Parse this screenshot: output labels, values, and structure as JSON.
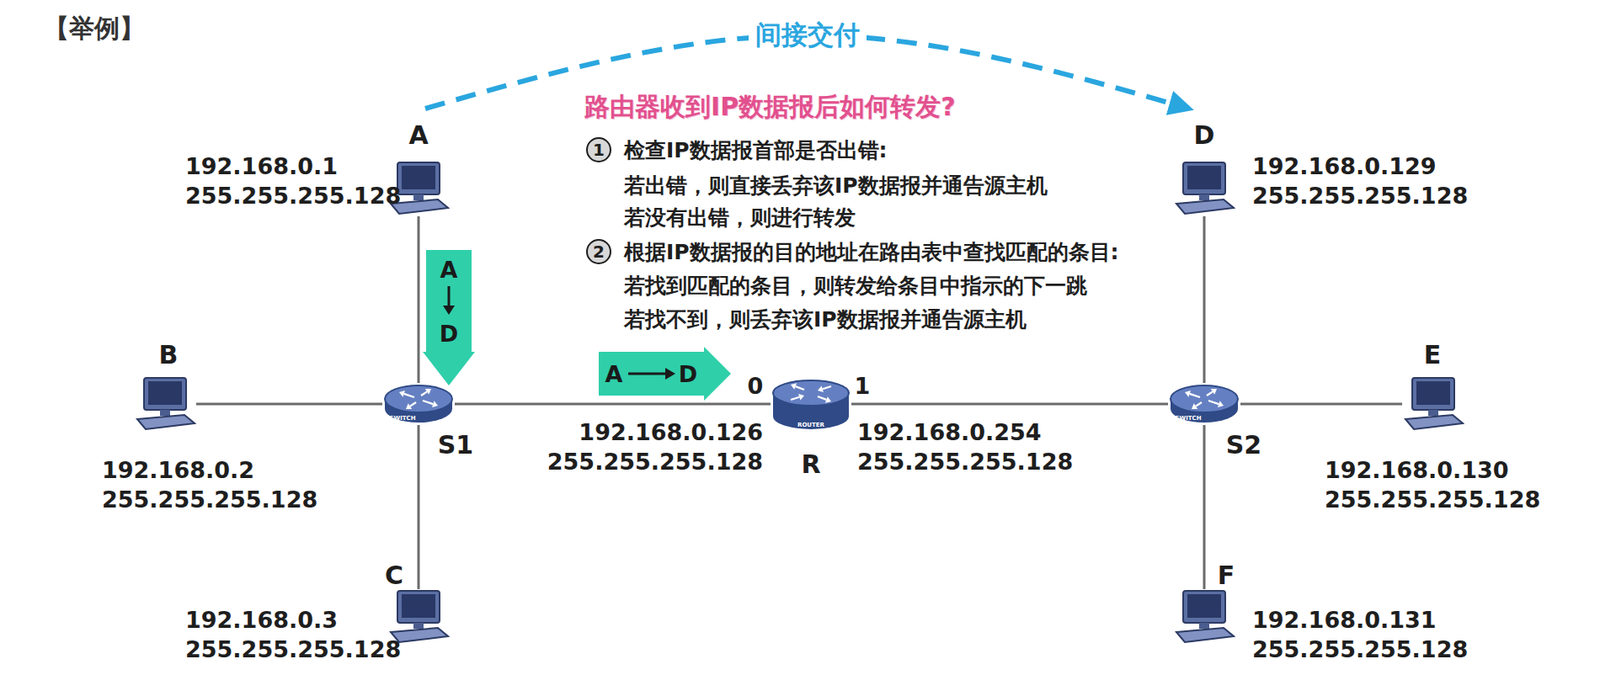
{
  "diagram": {
    "title": "【举例】",
    "nodes": [
      {
        "text": [
          "A",
          "192.168.0.1 255.255.255.128"
        ]
      },
      {
        "text": [
          "B",
          "192.168.0.2 255.255.255.128"
        ]
      },
      {
        "text": [
          "C",
          "192.168.0.3 255.255.255.128"
        ]
      },
      {
        "text": [
          "S1"
        ]
      },
      {
        "text": [
          "R"
        ]
      },
      {
        "text": [
          "S2"
        ]
      },
      {
        "text": [
          "D",
          "192.168.0.129 255.255.255.128"
        ]
      },
      {
        "text": [
          "E",
          "192.168.0.130 255.255.255.128"
        ]
      },
      {
        "text": [
          "F",
          "192.168.0.131 255.255.255.128"
        ]
      }
    ],
    "edges": [
      {
        "from": 0,
        "to": 3,
        "arrow": "none"
      },
      {
        "from": 1,
        "to": 3,
        "arrow": "none"
      },
      {
        "from": 2,
        "to": 3,
        "arrow": "none"
      },
      {
        "from": 3,
        "to": 4,
        "arrow": "none"
      },
      {
        "from": 4,
        "to": 5,
        "arrow": "none"
      },
      {
        "from": 6,
        "to": 5,
        "arrow": "none"
      },
      {
        "from": 7,
        "to": 5,
        "arrow": "none"
      },
      {
        "from": 8,
        "to": 5,
        "arrow": "none"
      },
      {
        "from": 0,
        "to": 6,
        "label": "间接交付",
        "arrow": "to"
      }
    ],
    "labels": [
      "路由器收到IP数据报后如何转发?",
      "1",
      "检查IP数据报首部是否出错:",
      "若出错，则直接丢弃该IP数据报并通告源主机",
      "若没有出错，则进行转发",
      "2",
      "根据IP数据报的目的地址在路由表中查找匹配的条目:",
      "若找到匹配的条目，则转发给条目中指示的下一跳",
      "若找不到，则丢弃该IP数据报并通告源主机",
      "A",
      "D",
      "A",
      "D",
      "0",
      "1",
      "192.168.0.126 255.255.255.128",
      "192.168.0.254 255.255.255.128",
      "SWITCH",
      "ROUTER",
      "SWITCH"
    ]
  }
}
